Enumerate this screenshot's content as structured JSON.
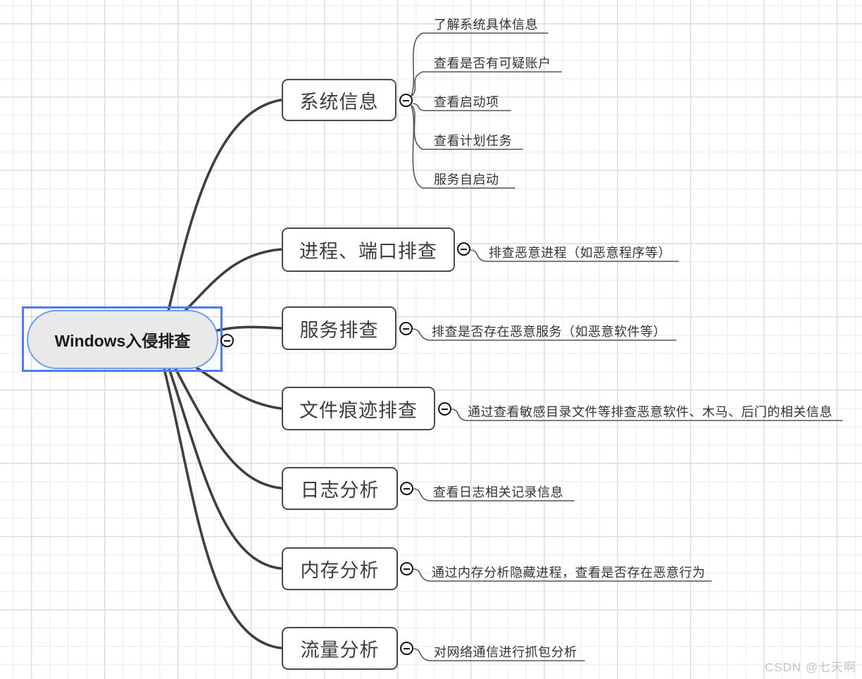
{
  "root": {
    "label": "Windows入侵排查"
  },
  "branches": [
    {
      "label": "系统信息",
      "children": [
        "了解系统具体信息",
        "查看是否有可疑账户",
        "查看启动项",
        "查看计划任务",
        "服务自启动"
      ]
    },
    {
      "label": "进程、端口排查",
      "children": [
        "排查恶意进程（如恶意程序等）"
      ]
    },
    {
      "label": "服务排查",
      "children": [
        "排查是否存在恶意服务（如恶意软件等）"
      ]
    },
    {
      "label": "文件痕迹排查",
      "children": [
        "通过查看敏感目录文件等排查恶意软件、木马、后门的相关信息"
      ]
    },
    {
      "label": "日志分析",
      "children": [
        "查看日志相关记录信息"
      ]
    },
    {
      "label": "内存分析",
      "children": [
        "通过内存分析隐藏进程，查看是否存在恶意行为"
      ]
    },
    {
      "label": "流量分析",
      "children": [
        "对网络通信进行抓包分析"
      ]
    }
  ],
  "icons": {
    "collapse": "minus-circle-icon"
  },
  "colors": {
    "selection_border": "#4d7bf0",
    "root_border": "#6f9bf8",
    "root_fill": "#e9e9e9",
    "branch_border": "#4a4a4a",
    "wire": "#3f3f3f",
    "grid_major": "#dcdcdc",
    "grid_minor": "#f1f1f1"
  },
  "watermark": "CSDN @七天啊"
}
